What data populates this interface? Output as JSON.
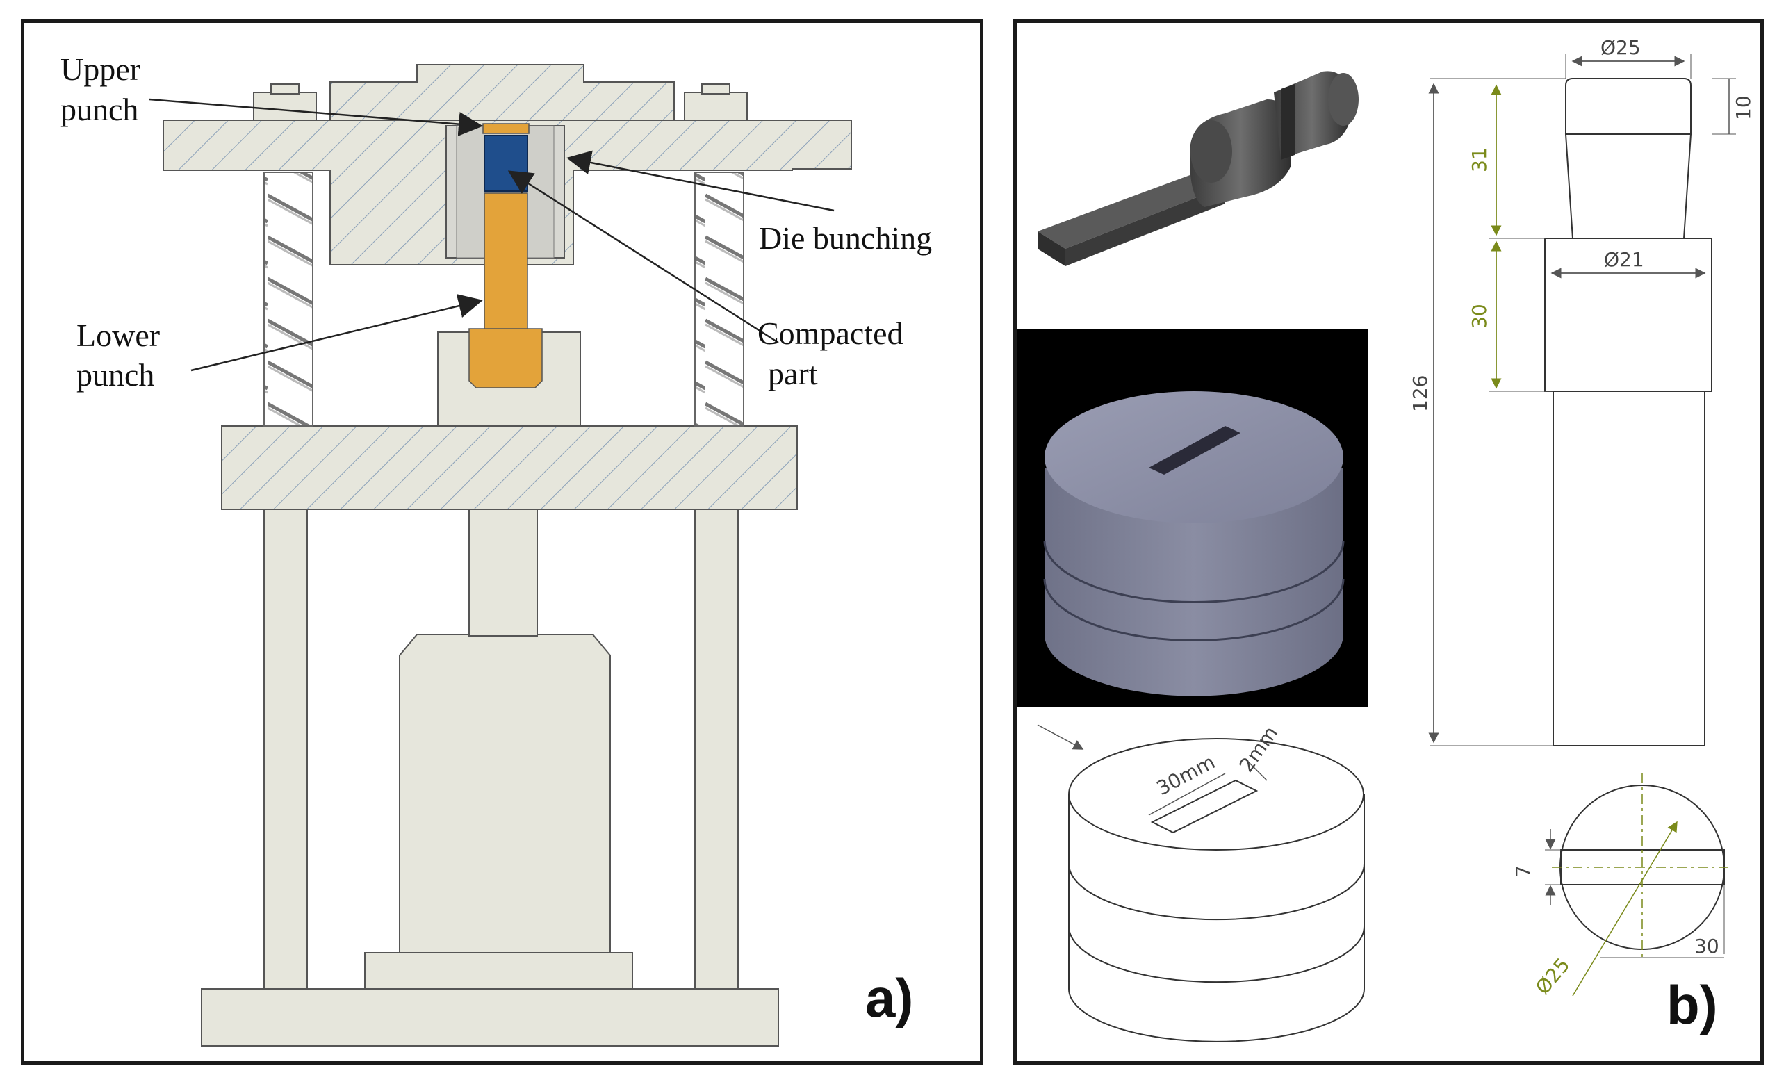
{
  "panel_a": {
    "label": "a)",
    "callouts": {
      "upper_punch": [
        "Upper",
        "punch"
      ],
      "die_bunching": "Die bunching",
      "lower_punch": [
        "Lower",
        "punch"
      ],
      "compacted_part": [
        "Compacted",
        "part"
      ]
    }
  },
  "panel_b": {
    "label": "b)",
    "punch_dims": {
      "top_diameter": "Ø25",
      "top_height": "10",
      "taper_height": "31",
      "mid_diameter": "Ø21",
      "mid_height": "30",
      "total_height": "126"
    },
    "die_dims": {
      "slot_length": "30mm",
      "slot_width": "2mm"
    },
    "section_dims": {
      "slot_height": "7",
      "diameter": "Ø25",
      "slot_length": "30"
    }
  },
  "colors": {
    "machine_fill": "#e6e6dc",
    "hatch": "#8aa0b8",
    "punch_orange": "#e3a33a",
    "part_blue": "#1f4e8c",
    "render_gray": "#8b8fa6",
    "outline": "#555555"
  }
}
